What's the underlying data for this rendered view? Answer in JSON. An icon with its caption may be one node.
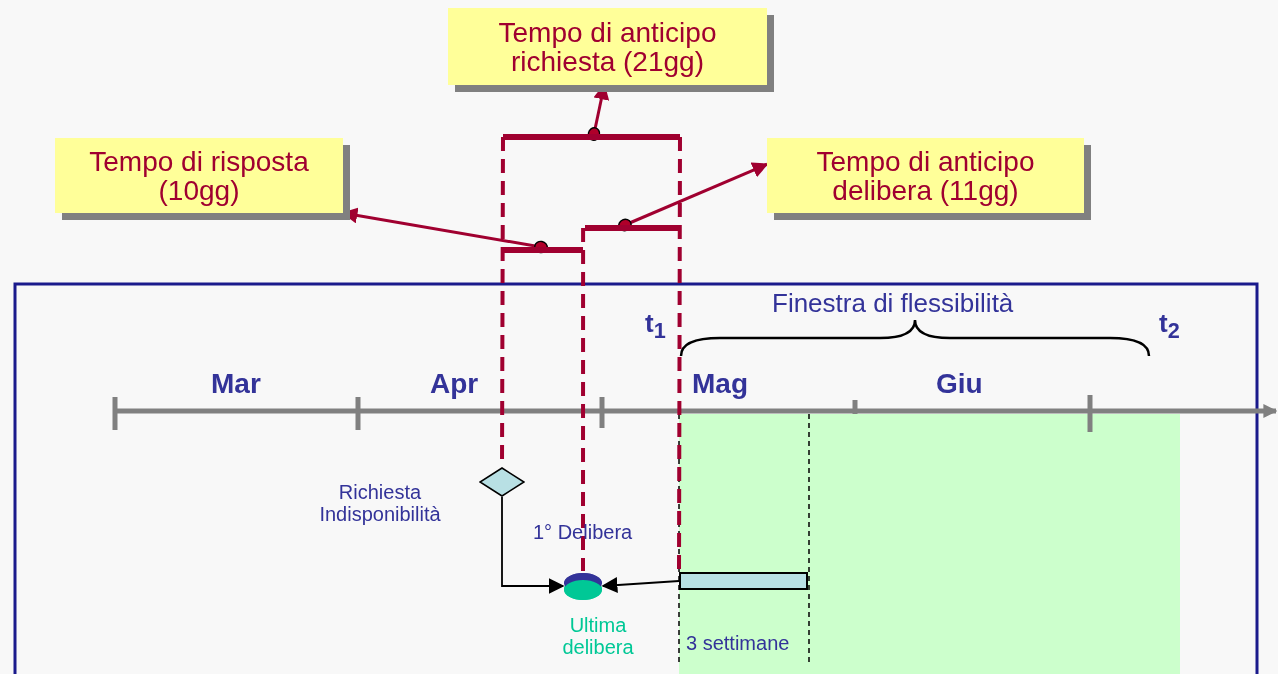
{
  "diagram": {
    "nodes": [
      {
        "text": [
          "Tempo di anticipo richiesta (21gg)"
        ]
      },
      {
        "text": [
          "Tempo di risposta (10gg)"
        ]
      },
      {
        "text": [
          "Tempo di anticipo delibera (11gg)"
        ]
      },
      {
        "text": [],
        "shape": "bar"
      },
      {
        "text": [],
        "shape": "bar"
      },
      {
        "text": [],
        "shape": "bar"
      },
      {
        "text": [],
        "shape": "diamond",
        "beside": [
          "Richiesta Indisponibilità"
        ]
      },
      {
        "text": [],
        "shape": "circle",
        "beside": [
          "1° Delibera",
          "Ultima delibera"
        ]
      },
      {
        "text": [],
        "shape": "bar",
        "beside": [
          "3 settimane"
        ]
      }
    ],
    "edges": [
      {
        "from": 3,
        "to": 0,
        "arrow": "to"
      },
      {
        "from": 4,
        "to": 1,
        "arrow": "to"
      },
      {
        "from": 5,
        "to": 2,
        "arrow": "to"
      },
      {
        "from": 6,
        "to": 7,
        "arrow": "to",
        "color": "#000000"
      },
      {
        "from": 8,
        "to": 7,
        "arrow": "to",
        "color": "#000000"
      },
      {
        "from": 3,
        "to": 6,
        "arrow": "none",
        "style": "dashed"
      },
      {
        "from": 5,
        "to": 7,
        "arrow": "none",
        "style": "dashed"
      },
      {
        "from": 3,
        "to": 8,
        "arrow": "none",
        "style": "dashed"
      }
    ],
    "labels": [
      "Finestra di flessibilità",
      "t$_{1}$",
      "t$_{2}$",
      "Mar",
      "Apr",
      "Mag",
      "Giu"
    ]
  }
}
